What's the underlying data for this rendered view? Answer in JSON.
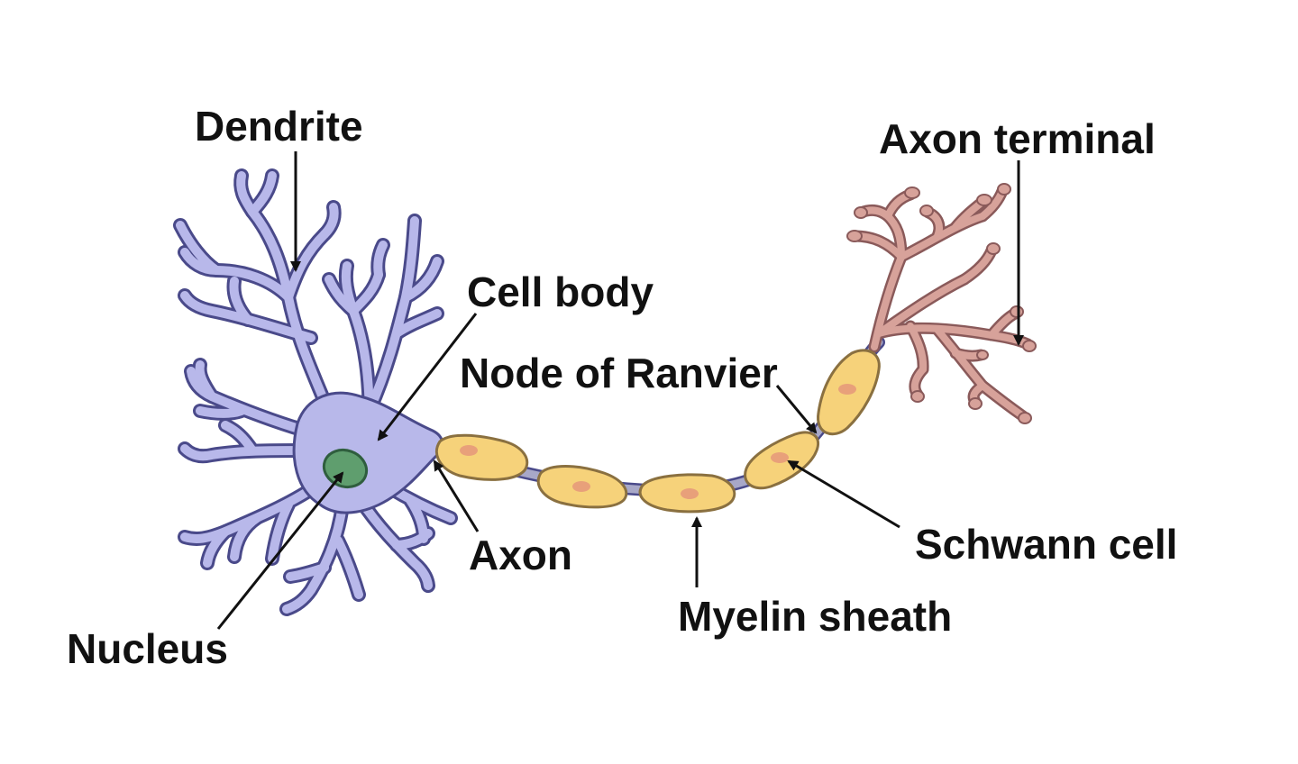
{
  "colors": {
    "soma": "#b8b8ea",
    "soma_outline": "#4a4a8a",
    "nucleus": "#5f9e6e",
    "myelin": "#f6d27a",
    "myelin_outline": "#8a7040",
    "schwann_nucleus": "#e8a07a",
    "axon": "#a8a8c8",
    "terminal": "#d7a29a",
    "terminal_outline": "#8a5a5a",
    "text": "#111111"
  },
  "labels": {
    "dendrite": "Dendrite",
    "axon_terminal": "Axon terminal",
    "cell_body": "Cell body",
    "node_of_ranvier": "Node of Ranvier",
    "axon": "Axon",
    "schwann_cell": "Schwann cell",
    "myelin_sheath": "Myelin sheath",
    "nucleus": "Nucleus"
  }
}
